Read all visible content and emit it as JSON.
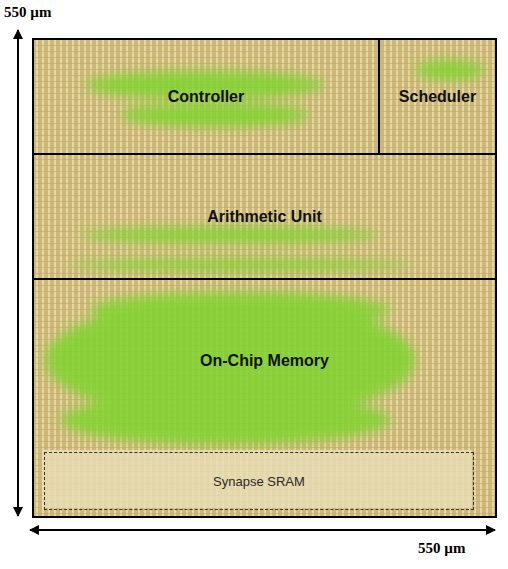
{
  "diagram": {
    "nodes": [
      {
        "text": [
          "Controller"
        ]
      },
      {
        "text": [
          "Scheduler"
        ]
      },
      {
        "text": [
          "Arithmetic Unit"
        ]
      },
      {
        "text": [
          "On-Chip Memory"
        ]
      },
      {
        "text": [
          "Synapse SRAM"
        ],
        "in": 3
      }
    ],
    "labels": [
      "550 µm",
      "550 µm"
    ]
  }
}
